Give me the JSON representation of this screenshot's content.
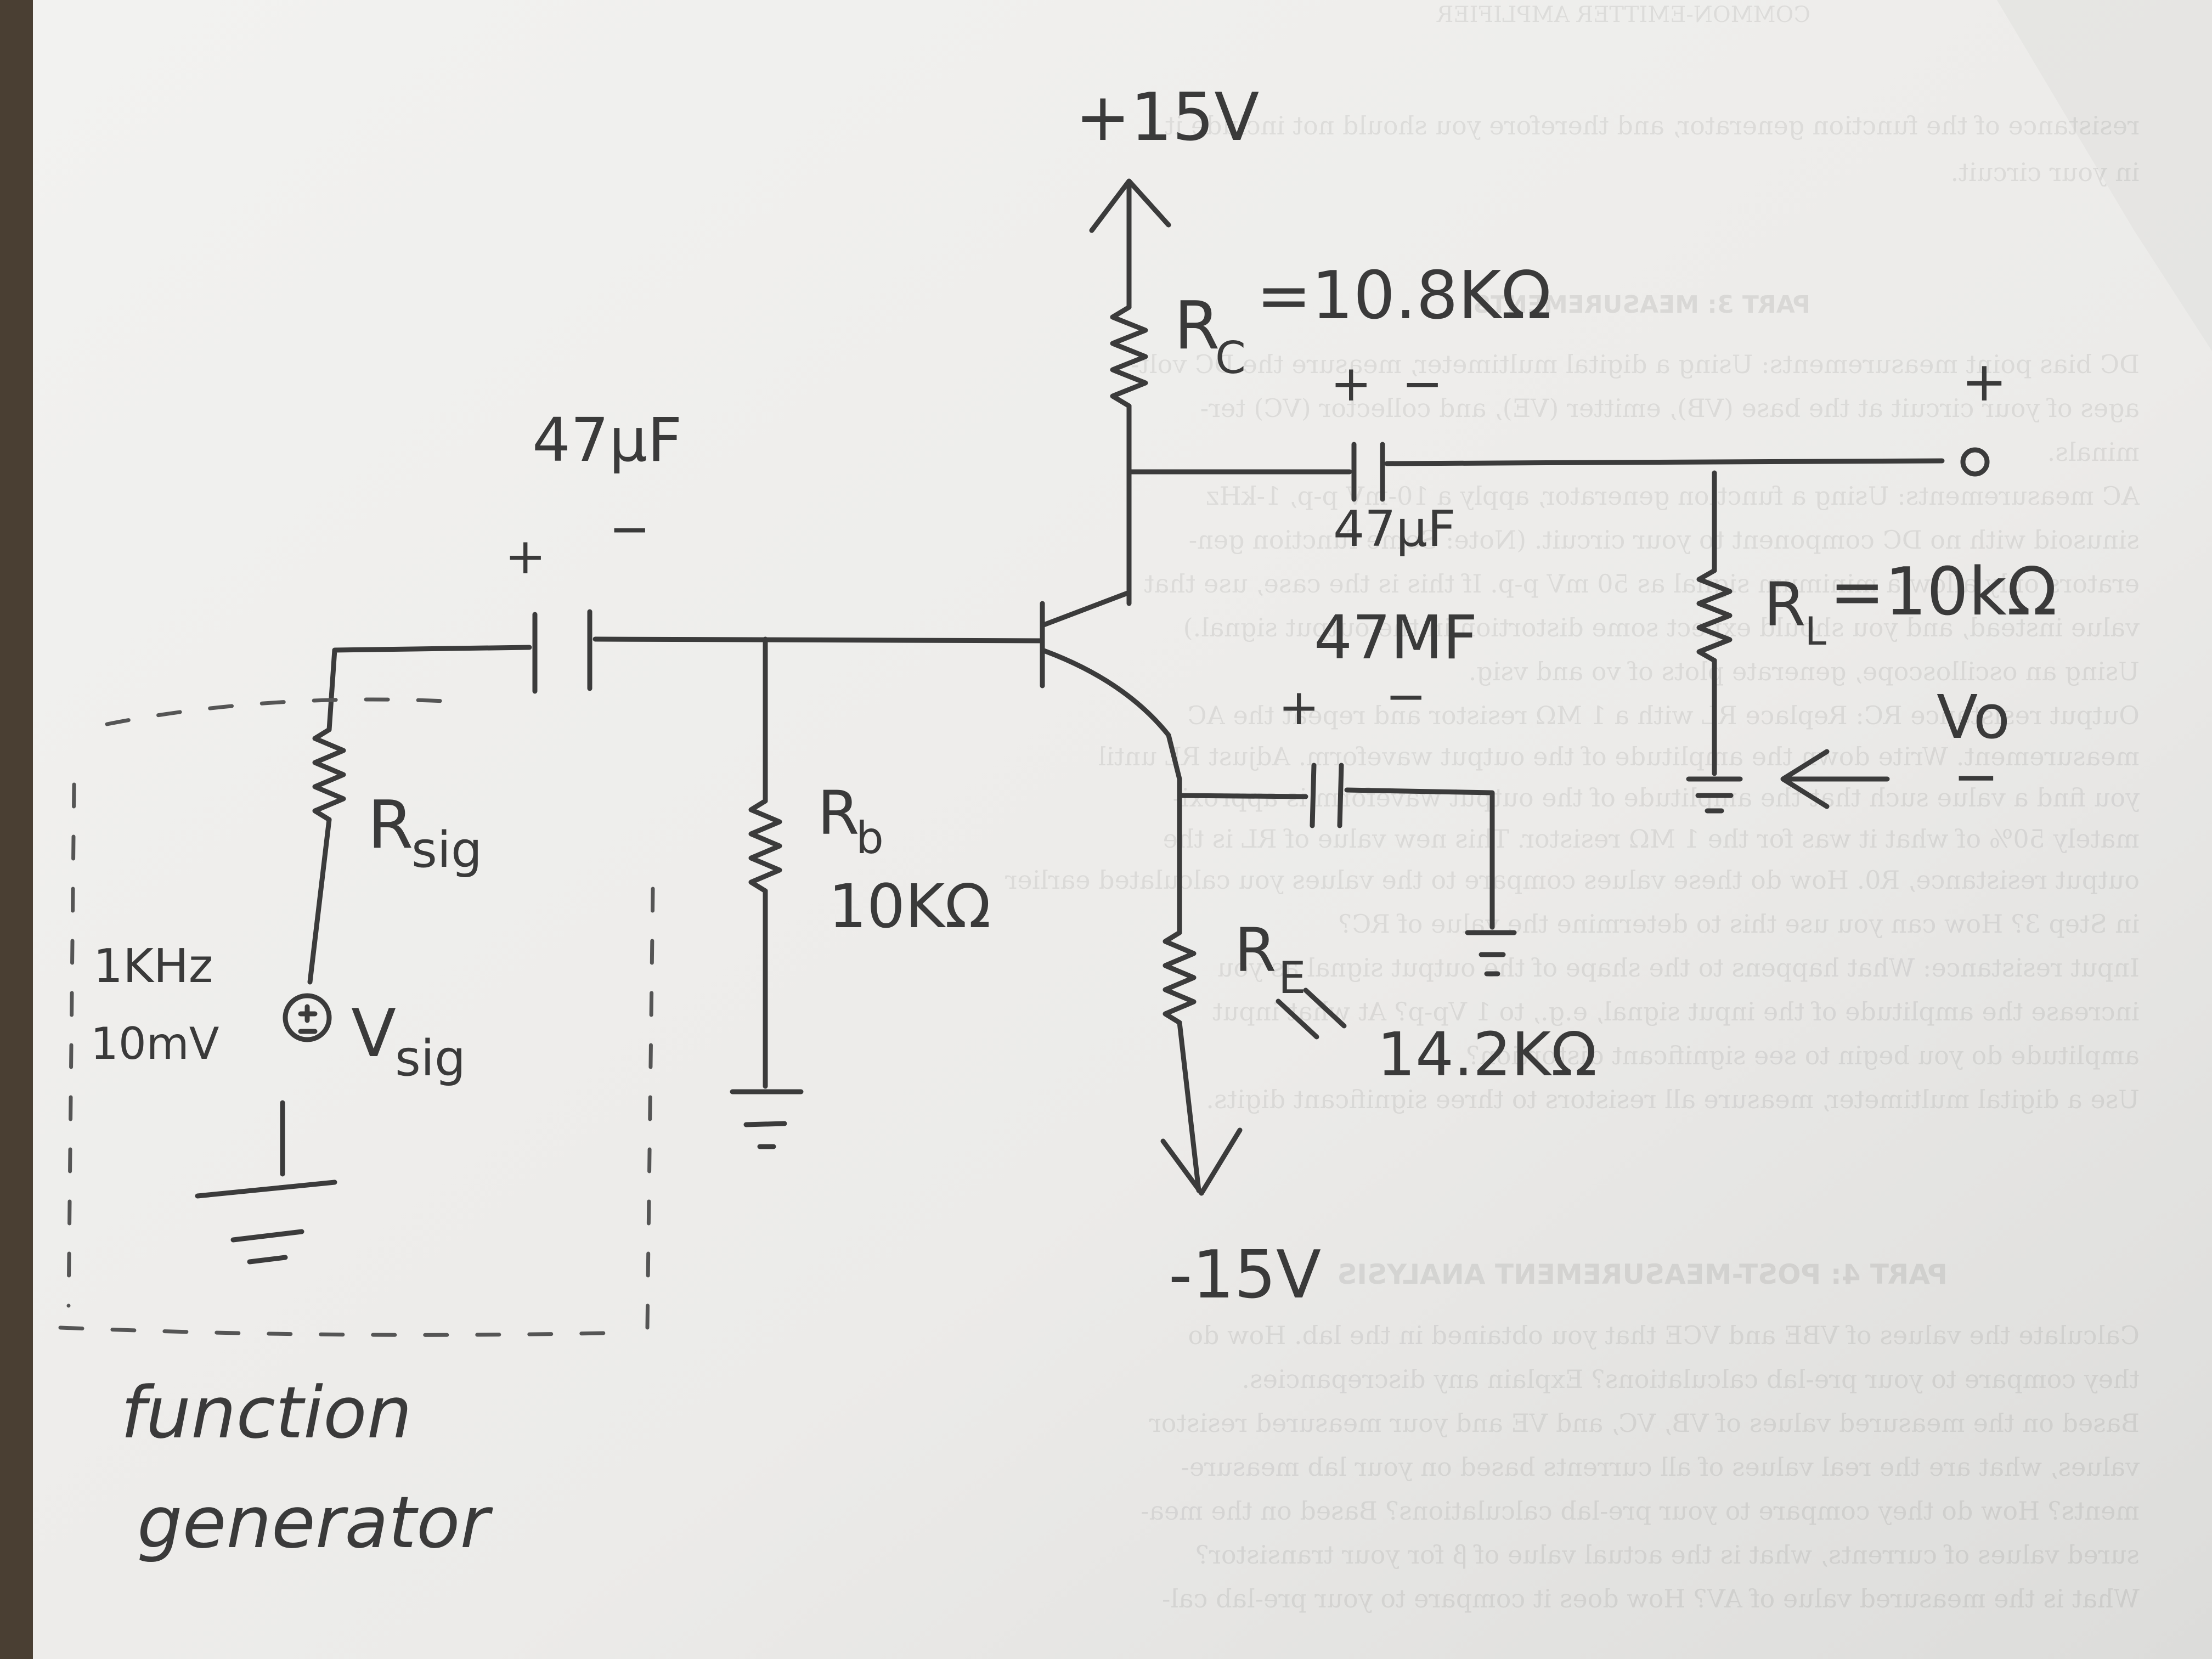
{
  "supply": {
    "positive": "+15V",
    "negative": "-15V"
  },
  "components": {
    "rc_label": "R",
    "rc_sub": "C",
    "rc_value": "=10.8KΩ",
    "input_cap": {
      "value": "47μF",
      "plus": "+",
      "minus": "−"
    },
    "output_cap": {
      "value": "47μF",
      "plus": "+",
      "minus": "−"
    },
    "emitter_cap": {
      "value": "47MF",
      "plus": "+",
      "minus": "−"
    },
    "rb_label": "R",
    "rb_sub": "b",
    "rb_value": "10KΩ",
    "re_label": "R",
    "re_sub": "E",
    "re_value": "14.2KΩ",
    "rsig_label": "R",
    "rsig_sub": "sig",
    "rl_label": "R",
    "rl_sub": "L",
    "rl_value": "=10kΩ"
  },
  "source": {
    "frequency": "1KHz",
    "amplitude": "10mV",
    "label": "V",
    "label_sub": "sig",
    "plus": "+",
    "minus": "−"
  },
  "output": {
    "label": "Vo",
    "plus": "+",
    "minus": "−"
  },
  "note": {
    "line1": "function",
    "line2": "generator"
  },
  "background_text": {
    "header": "COMMON-EMITTER AMPLIFIER",
    "part3": "PART 3: MEASUREMENTS",
    "part4": "PART 4: POST-MEASUREMENT ANALYSIS",
    "lines": [
      "resistance of the function generator, and therefore you should not include it",
      "in your circuit.",
      "DC bias point measurements: Using a digital multimeter, measure the DC volt-",
      "ages of your circuit at the base (VB), emitter (VE), and collector (VC) ter-",
      "minals.",
      "AC measurements: Using a function generator, apply a 10-mV p-p, 1-kHz",
      "sinusoid with no DC component to your circuit. (Note: Some function gen-",
      "erators only allow a minimum signal as 50 mV p-p. If this is the case, use that",
      "value instead, and you should expect some distortion in the output signal.)",
      "Using an oscilloscope, generate plots of vo and vsig.",
      "Output resistance RC: Replace RL with a 1 MΩ resistor and repeat the AC",
      "measurement. Write down the amplitude of the output waveform. Adjust RL until",
      "you find a value such that the amplitude of the output waveform is approxi-",
      "mately 50% of what it was for the 1 MΩ resistor. This new value of RL is the",
      "output resistance, R0. How do these values compare to the values you calculated earlier",
      "in Step 3? How can you use this to determine the value of RC?",
      "Input resistance: What happens to the shape of the output signal as you",
      "increase the amplitude of the input signal, e.g., to 1 Vp-p? At what input",
      "amplitude do you begin to see significant distortion?",
      "Use a digital multimeter, measure all resistors to three significant digits.",
      "Calculate the values of VBE and VCE that you obtained in the lab. How do",
      "they compare to your pre-lab calculations? Explain any discrepancies.",
      "Based on the measured values of VB, VC, and VE and your measured resistor",
      "values, what are the real values of all currents based on your lab measure-",
      "ments? How do they compare to your pre-lab calculations? Based on the mea-",
      "sured values of currents, what is the actual value of β for your transistor?",
      "What is the measured value of AV? How does it compare to your pre-lab cal-"
    ]
  }
}
